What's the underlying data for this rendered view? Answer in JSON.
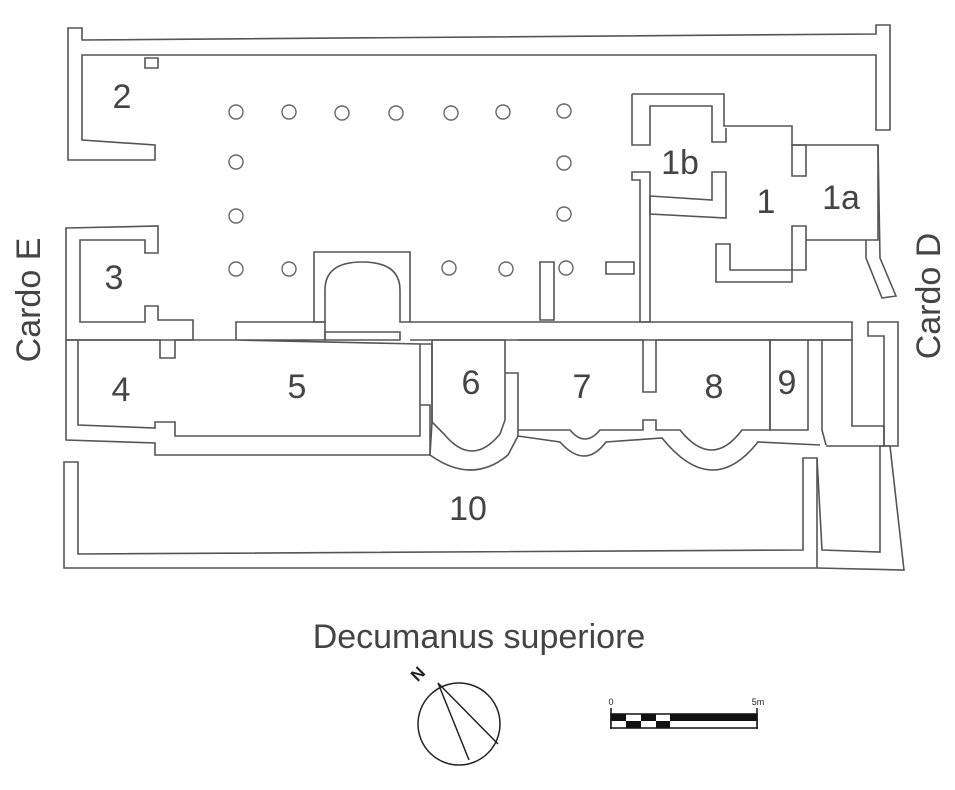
{
  "plan": {
    "rooms": [
      {
        "id": "room-1",
        "label": "1"
      },
      {
        "id": "room-1a",
        "label": "1a"
      },
      {
        "id": "room-1b",
        "label": "1b"
      },
      {
        "id": "room-2",
        "label": "2"
      },
      {
        "id": "room-3",
        "label": "3"
      },
      {
        "id": "room-4",
        "label": "4"
      },
      {
        "id": "room-5",
        "label": "5"
      },
      {
        "id": "room-6",
        "label": "6"
      },
      {
        "id": "room-7",
        "label": "7"
      },
      {
        "id": "room-8",
        "label": "8"
      },
      {
        "id": "room-9",
        "label": "9"
      },
      {
        "id": "room-10",
        "label": "10"
      }
    ],
    "streets": {
      "west": "Cardo E",
      "east": "Cardo D",
      "south": "Decumanus superiore"
    },
    "north_arrow": {
      "letter": "N"
    },
    "scale_bar": {
      "start_label": "0",
      "end_label": "5m"
    },
    "colors": {
      "walls": "#555555",
      "labels": "#444444",
      "background": "#ffffff"
    }
  }
}
